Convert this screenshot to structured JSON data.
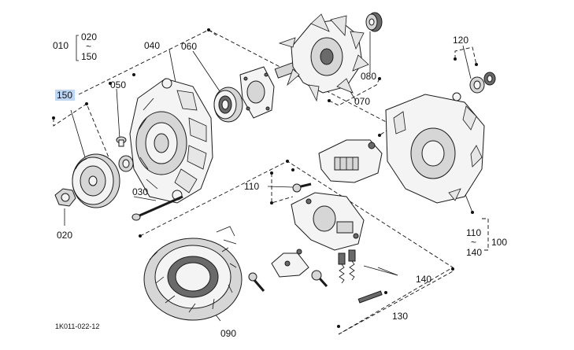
{
  "diagram_id": "1K011-022-12",
  "highlighted_callout": "150",
  "callouts": {
    "c010": "010",
    "c020_top": "020",
    "c_tilde1": "~",
    "c150_top": "150",
    "c150_hl": "150",
    "c050": "050",
    "c040": "040",
    "c060": "060",
    "c070": "070",
    "c080": "080",
    "c120": "120",
    "c030": "030",
    "c020_bottom": "020",
    "c110": "110",
    "c110_right": "110",
    "c_tilde2": "~",
    "c140_right": "140",
    "c100": "100",
    "c140": "140",
    "c130": "130",
    "c090": "090"
  }
}
